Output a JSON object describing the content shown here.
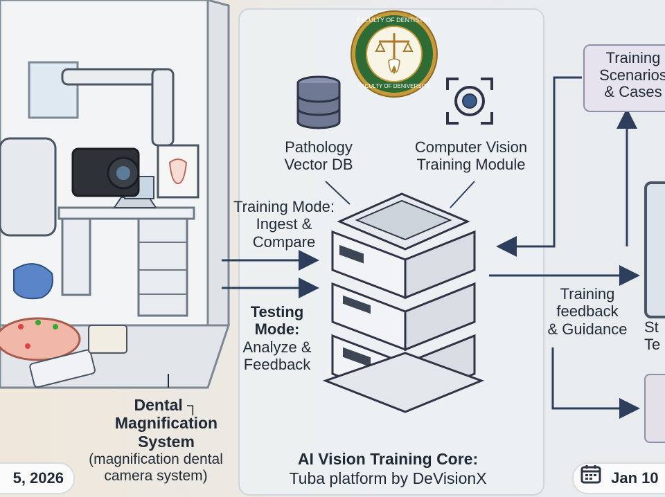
{
  "seal": {
    "top_text": "FACULTY OF DENTISTRY",
    "bottom_text": "FACULTY OF DENIVERSITY"
  },
  "left": {
    "system_title_line1": "Dental ┐",
    "system_title_line2": "Magnification",
    "system_title_line3": "System",
    "system_sub_line1": "(magnification dental",
    "system_sub_line2": "camera system)",
    "date": "5, 2026"
  },
  "center": {
    "db_label_line1": "Pathology",
    "db_label_line2": "Vector DB",
    "cv_label_line1": "Computer Vision",
    "cv_label_line2": "Training Module",
    "training_mode_line1": "Training Mode:",
    "training_mode_line2": "Ingest &",
    "training_mode_line3": "Compare",
    "testing_mode_line1": "Testing",
    "testing_mode_line2": "Mode:",
    "testing_mode_line3": "Analyze &",
    "testing_mode_line4": "Feedback",
    "core_title": "AI Vision Training Core:",
    "core_subtitle": "Tuba platform by DeVisionX"
  },
  "right": {
    "scenarios_line1": "Training",
    "scenarios_line2": "Scenarios",
    "scenarios_line3": "& Cases",
    "feedback_line1": "Training",
    "feedback_line2": "feedback",
    "feedback_line3": "& Guidance",
    "station_line1": "St",
    "station_line2": "Te",
    "date": "Jan 10"
  },
  "colors": {
    "arrow": "#2c3e5c",
    "seal_green": "#2e6b35",
    "seal_gold": "#c79a3a",
    "scenario_box": "#e6e2ee"
  }
}
